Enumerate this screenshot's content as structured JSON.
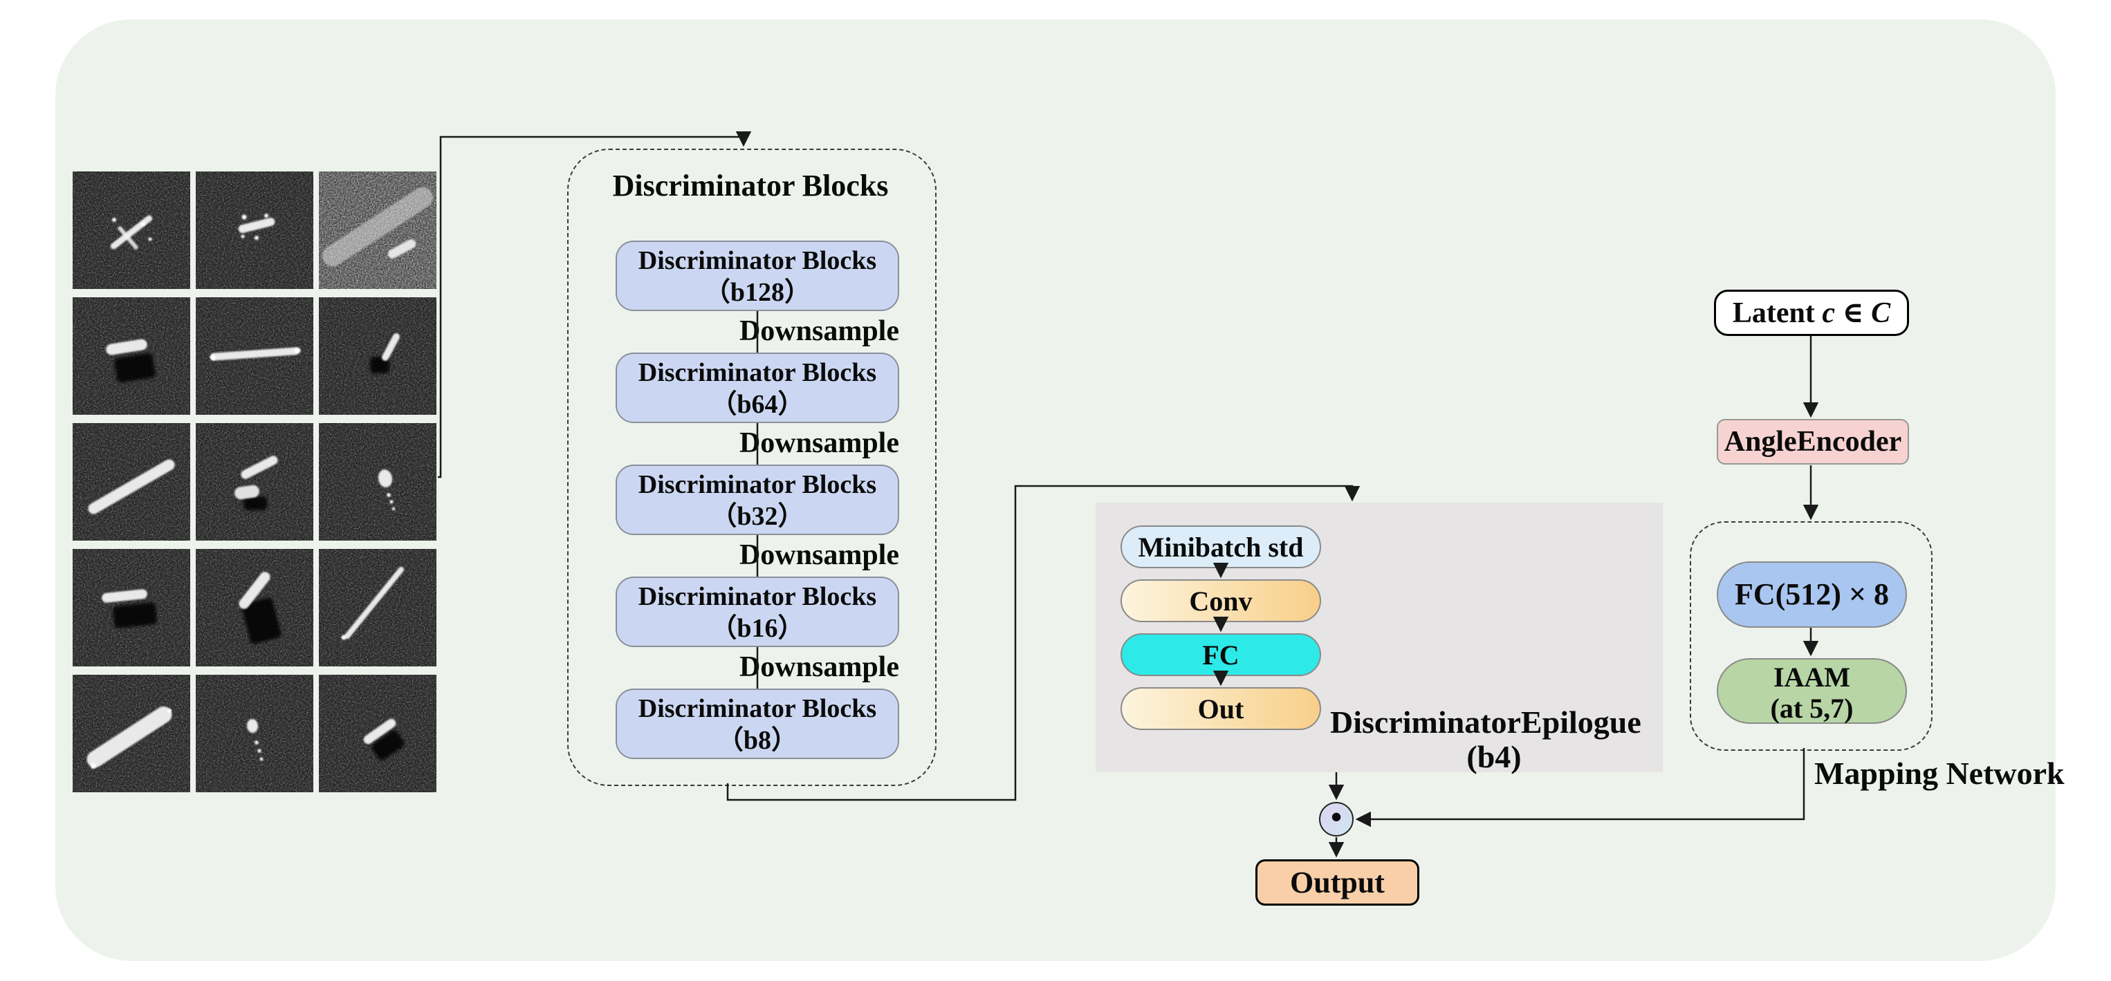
{
  "figure": {
    "background_color": "#edf3ec",
    "sar_grid": {
      "rows": 5,
      "cols": 3,
      "description": "3x5 grid of SAR target image chips (speckled dark background with bright scatterer targets)",
      "cells": [
        {
          "name": "sar-sample-r1c1",
          "bg": "dark",
          "rods": [
            [
              85,
              88,
              74,
              9,
              -38
            ],
            [
              80,
              96,
              42,
              6,
              50,
              0.85
            ]
          ],
          "dots": [
            [
              60,
              70,
              3
            ],
            [
              102,
              76,
              3
            ],
            [
              112,
              98,
              2.5
            ]
          ]
        },
        {
          "name": "sar-sample-r1c2",
          "bg": "dark",
          "rods": [
            [
              88,
              78,
              54,
              12,
              -14
            ]
          ],
          "dots": [
            [
              70,
              66,
              3.5
            ],
            [
              102,
              64,
              3
            ],
            [
              88,
              96,
              3
            ],
            [
              68,
              94,
              2.5
            ]
          ]
        },
        {
          "name": "sar-sample-r1c3",
          "bg": "bright",
          "rods": [
            [
              85,
              80,
              185,
              30,
              -33,
              0.45
            ],
            [
              120,
              112,
              44,
              13,
              -28,
              0.9
            ]
          ]
        },
        {
          "name": "sar-sample-r2c1",
          "bg": "dark",
          "rods": [
            [
              78,
              72,
              60,
              16,
              -9
            ]
          ],
          "shadows": [
            [
              90,
              102,
              56,
              36,
              -9
            ]
          ]
        },
        {
          "name": "sar-sample-r2c2",
          "bg": "dark",
          "rods": [
            [
              85,
              82,
              128,
              11,
              -4
            ]
          ],
          "dots": [
            [
              25,
              87,
              4
            ],
            [
              147,
              77,
              4.5
            ]
          ]
        },
        {
          "name": "sar-sample-r2c3",
          "bg": "dark",
          "rods": [
            [
              104,
              72,
              44,
              10,
              -62
            ]
          ],
          "shadows": [
            [
              88,
              98,
              28,
              24,
              0
            ]
          ]
        },
        {
          "name": "sar-sample-r3c1",
          "bg": "dark",
          "rods": [
            [
              85,
              92,
              142,
              16,
              -30
            ]
          ]
        },
        {
          "name": "sar-sample-r3c2",
          "bg": "dark",
          "rods": [
            [
              92,
              64,
              58,
              13,
              -27
            ],
            [
              74,
              100,
              36,
              18,
              -8,
              0.9
            ]
          ],
          "shadows": [
            [
              86,
              116,
              34,
              20,
              0
            ]
          ]
        },
        {
          "name": "sar-sample-r3c3",
          "bg": "dark",
          "rods": [
            [
              96,
              80,
              20,
              26,
              -10
            ]
          ],
          "dots": [
            [
              101,
              104,
              2.8
            ],
            [
              105,
              114,
              2.5
            ],
            [
              108,
              124,
              2.2
            ]
          ]
        },
        {
          "name": "sar-sample-r4c1",
          "bg": "dark",
          "rods": [
            [
              75,
              68,
              66,
              14,
              -6
            ]
          ],
          "shadows": [
            [
              90,
              96,
              62,
              32,
              -6
            ]
          ]
        },
        {
          "name": "sar-sample-r4c2",
          "bg": "dark",
          "rods": [
            [
              85,
              60,
              64,
              15,
              -52
            ]
          ],
          "shadows": [
            [
              95,
              104,
              46,
              60,
              -15
            ]
          ]
        },
        {
          "name": "sar-sample-r4c3",
          "bg": "dark",
          "rods": [
            [
              80,
              78,
              132,
              8,
              -51
            ]
          ],
          "dots": [
            [
              36,
              128,
              3.5
            ]
          ]
        },
        {
          "name": "sar-sample-r5c1",
          "bg": "dark",
          "rods": [
            [
              82,
              90,
              142,
              24,
              -33
            ]
          ],
          "dots": [
            [
              30,
              132,
              4
            ],
            [
              140,
              52,
              3
            ]
          ]
        },
        {
          "name": "sar-sample-r5c2",
          "bg": "dark",
          "rods": [
            [
              82,
              74,
              16,
              20,
              -5
            ]
          ],
          "dots": [
            [
              88,
              98,
              2.8
            ],
            [
              92,
              110,
              2.6
            ],
            [
              95,
              122,
              2.4
            ]
          ]
        },
        {
          "name": "sar-sample-r5c3",
          "bg": "dark",
          "rods": [
            [
              88,
              82,
              54,
              13,
              -35
            ]
          ],
          "shadows": [
            [
              100,
              102,
              44,
              28,
              -35
            ]
          ]
        }
      ]
    },
    "discriminator_panel": {
      "title": "Discriminator Blocks",
      "downsample_label": "Downsample",
      "block_fill": "#cbd7f2",
      "blocks": [
        {
          "line1": "Discriminator Blocks",
          "line2": "（b128）"
        },
        {
          "line1": "Discriminator Blocks",
          "line2": "（b64）"
        },
        {
          "line1": "Discriminator Blocks",
          "line2": "（b32）"
        },
        {
          "line1": "Discriminator Blocks",
          "line2": "（b16）"
        },
        {
          "line1": "Discriminator Blocks",
          "line2": "（b8）"
        }
      ]
    },
    "epilogue_panel": {
      "caption_line1": "DiscriminatorEpilogue",
      "caption_line2": "(b4)",
      "panel_fill": "#e6e4e5",
      "layers": [
        {
          "label": "Minibatch std",
          "style": "plain-blue",
          "fill": "#dcedf9"
        },
        {
          "label": "Conv",
          "style": "orange-gradient"
        },
        {
          "label": "FC",
          "style": "cyan",
          "fill": "#2de9e8"
        },
        {
          "label": "Out",
          "style": "orange-gradient"
        }
      ]
    },
    "mapping_panel": {
      "latent": {
        "word": "Latent",
        "variable": "c",
        "element_of": "∈",
        "set": "C"
      },
      "angle_encoder_label": "AngleEncoder",
      "angle_encoder_fill": "#f6d3d1",
      "fc_label": "FC(512) × 8",
      "fc_fill": "#a9c6f0",
      "iaam_line1": "IAAM",
      "iaam_line2": "(at 5,7)",
      "iaam_fill": "#b7d5a5",
      "caption": "Mapping Network"
    },
    "product_symbol": "•",
    "output_label": "Output"
  }
}
